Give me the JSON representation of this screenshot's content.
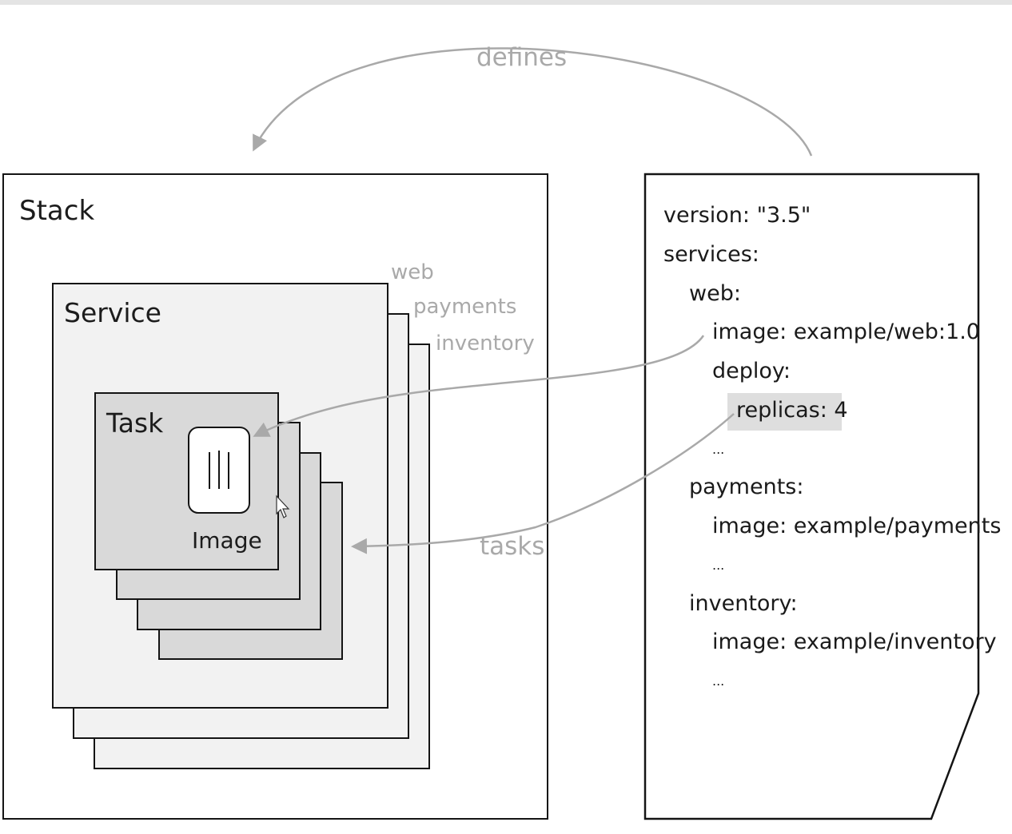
{
  "stack": {
    "title": "Stack",
    "service_title": "Service",
    "service_names": [
      "web",
      "payments",
      "inventory"
    ],
    "task_title": "Task",
    "image_label": "Image"
  },
  "arrows": {
    "defines": "defines",
    "tasks": "tasks"
  },
  "compose": {
    "lines": [
      "version: \"3.5\"",
      "services:",
      "web:",
      "image: example/web:1.0",
      "deploy:",
      "replicas: 4",
      "...",
      "payments:",
      "image: example/payments",
      "...",
      "inventory:",
      "image: example/inventory",
      "..."
    ]
  },
  "colors": {
    "stroke": "#141414",
    "service_fill": "#f2f2f2",
    "task_fill": "#d9d9d9",
    "arrow": "#a9a9a9",
    "highlight": "#dedede"
  }
}
